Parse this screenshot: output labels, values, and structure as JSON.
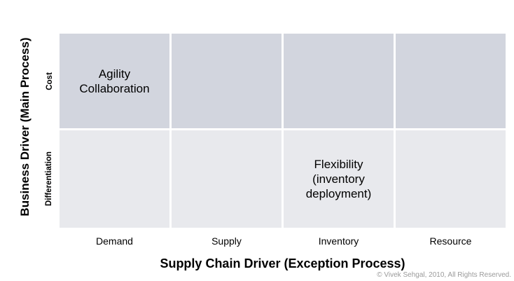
{
  "chart_data": {
    "type": "table",
    "title": "",
    "xlabel": "Supply Chain Driver (Exception Process)",
    "ylabel": "Business Driver (Main Process)",
    "x_categories": [
      "Demand",
      "Supply",
      "Inventory",
      "Resource"
    ],
    "y_categories": [
      "Cost",
      "Differentiation"
    ],
    "grid": true,
    "legend": "none",
    "colors": {
      "row_cost_fill": "#d2d5de",
      "row_differentiation_fill": "#e8e9ed",
      "background": "#ffffff",
      "text": "#000000",
      "copyright_text": "#9a9a9a"
    },
    "rows": [
      {
        "label": "Cost",
        "fill": "#d2d5de",
        "cells": [
          {
            "column": "Demand",
            "text": "Agility\nCollaboration"
          },
          {
            "column": "Supply",
            "text": ""
          },
          {
            "column": "Inventory",
            "text": ""
          },
          {
            "column": "Resource",
            "text": ""
          }
        ]
      },
      {
        "label": "Differentiation",
        "fill": "#e8e9ed",
        "cells": [
          {
            "column": "Demand",
            "text": ""
          },
          {
            "column": "Supply",
            "text": ""
          },
          {
            "column": "Inventory",
            "text": "Flexibility\n(inventory\ndeployment)"
          },
          {
            "column": "Resource",
            "text": ""
          }
        ]
      }
    ]
  },
  "footer": {
    "copyright": "© Vivek Sehgal, 2010, All Rights Reserved."
  }
}
